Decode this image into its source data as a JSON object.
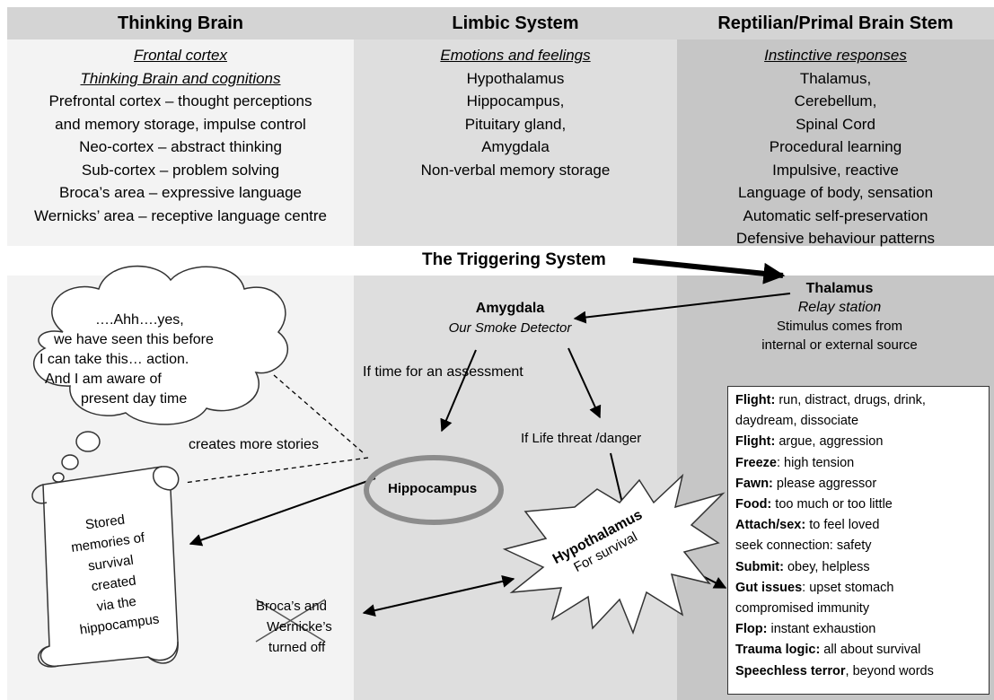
{
  "columns": [
    {
      "header": "Thinking Brain",
      "subtitle_lines": [
        "Frontal cortex",
        "Thinking Brain and cognitions"
      ],
      "lines": [
        "Prefrontal cortex – thought perceptions",
        "and memory storage, impulse control",
        "Neo-cortex – abstract thinking",
        "Sub-cortex – problem solving",
        "Broca’s area – expressive language",
        "Wernicks’ area – receptive language centre"
      ]
    },
    {
      "header": "Limbic System",
      "subtitle_lines": [
        "Emotions and feelings"
      ],
      "lines": [
        "Hypothalamus",
        "Hippocampus,",
        "Pituitary gland,",
        "Amygdala",
        "Non-verbal memory storage"
      ]
    },
    {
      "header": "Reptilian/Primal Brain Stem",
      "subtitle_lines": [
        "Instinctive responses"
      ],
      "lines": [
        "Thalamus,",
        "Cerebellum,",
        "Spinal Cord",
        "Procedural learning",
        "Impulsive, reactive",
        "Language of body, sensation",
        "Automatic self-preservation",
        "Defensive behaviour patterns"
      ]
    }
  ],
  "triggering_title": "The Triggering System",
  "thalamus": {
    "title": "Thalamus",
    "subtitle": "Relay station",
    "desc_lines": [
      "Stimulus comes from",
      "internal or external source"
    ]
  },
  "amygdala": {
    "title": "Amygdala",
    "subtitle": "Our Smoke Detector"
  },
  "labels": {
    "assessment": "If time for an assessment",
    "threat": "If Life threat /danger",
    "stories": "creates more stories",
    "hippocampus": "Hippocampus",
    "hypothalamus": "Hypothalamus",
    "for_survival": "For survival"
  },
  "thought_lines": [
    "….Ahh….yes,",
    "we have seen this before",
    "I can take this… action.",
    "And I am aware of",
    "present day time"
  ],
  "scroll_lines": [
    "Stored",
    "memories of",
    "survival",
    "created",
    "via the",
    "hippocampus"
  ],
  "broca_lines": [
    "Broca’s and",
    "Wernicke’s",
    "turned off"
  ],
  "responses": [
    {
      "term": "Flight:",
      "text": " run, distract, drugs, drink,"
    },
    {
      "term": "",
      "text": "daydream, dissociate"
    },
    {
      "term": "Flight:",
      "text": " argue, aggression"
    },
    {
      "term": "Freeze",
      "text": ": high tension"
    },
    {
      "term": "Fawn:",
      "text": " please aggressor"
    },
    {
      "term": "Food:",
      "text": " too much or too little"
    },
    {
      "term": "Attach/sex:",
      "text": " to feel loved"
    },
    {
      "term": "",
      "text": "seek connection: safety"
    },
    {
      "term": "Submit:",
      "text": " obey, helpless"
    },
    {
      "term": "Gut issues",
      "text": ": upset stomach"
    },
    {
      "term": "",
      "text": "compromised immunity"
    },
    {
      "term": "Flop:",
      "text": " instant exhaustion"
    },
    {
      "term": "Trauma logic:",
      "text": " all about survival"
    },
    {
      "term": "Speechless terror",
      "text": ", beyond words"
    }
  ]
}
